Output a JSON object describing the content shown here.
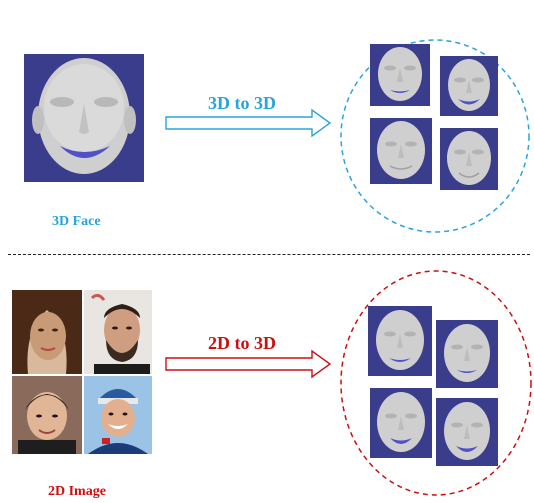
{
  "top": {
    "input_label": "3D Face",
    "arrow_label": "3D to 3D",
    "accent_color": "#29a3e0"
  },
  "bottom": {
    "input_label": "2D Image",
    "arrow_label": "2D to 3D",
    "accent_color": "#cc1010"
  },
  "colors": {
    "scan_background": "#3a3c8c",
    "face_gray": "#c9c9c9",
    "mouth_blue": "#5050c8",
    "separator": "#222222"
  },
  "icons": {
    "face_scan": "3d-face-scan-icon",
    "photo": "face-photo-icon",
    "arrow": "right-arrow-icon"
  }
}
